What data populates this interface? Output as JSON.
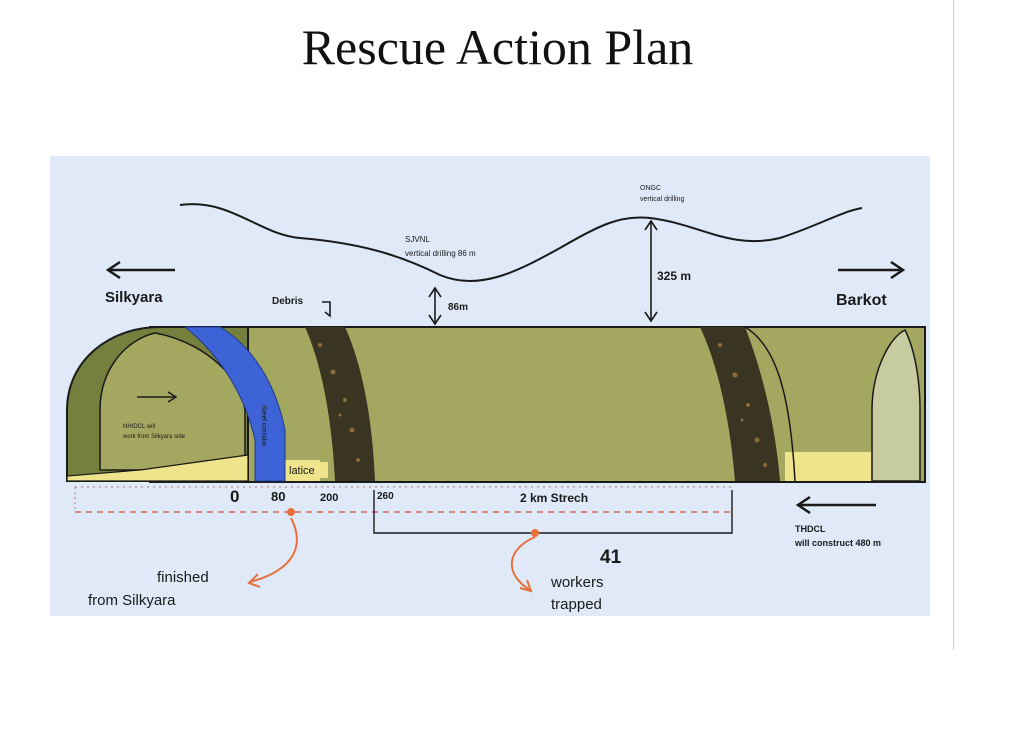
{
  "title": "Rescue Action Plan",
  "colors": {
    "panel_bg": "#dfe9f7",
    "tunnel_fill": "#a4a760",
    "tunnel_dark": "#5a6235",
    "blue_band": "#3d63d6",
    "debris": "#3a3522",
    "sand": "#efe48b",
    "annotation_orange": "#e8703a"
  },
  "labels": {
    "silkyara": "Silkyara",
    "barkot": "Barkot",
    "debris": "Debris",
    "ongc_line1": "ONGC",
    "ongc_line2": "vertical drilling",
    "sjvnl_line1": "SJVNL",
    "sjvnl_line2": "vertical drilling 86 m",
    "depth_86": "86m",
    "depth_325": "325 m",
    "nhidcl_line1": "NHIDCL will",
    "nhidcl_line2": "work from Silkyara side",
    "blue_band_text": "Steel corridor",
    "latice": "latice",
    "thdcl_line1": "THDCL",
    "thdcl_line2": "will construct 480 m",
    "finished_line1": "finished",
    "finished_line2": "from Silkyara",
    "workers_count": "41",
    "workers_line1": "workers",
    "workers_line2": "trapped",
    "stretch": "2 km Strech"
  },
  "distance_marks": [
    "0",
    "80",
    "200",
    "260"
  ]
}
